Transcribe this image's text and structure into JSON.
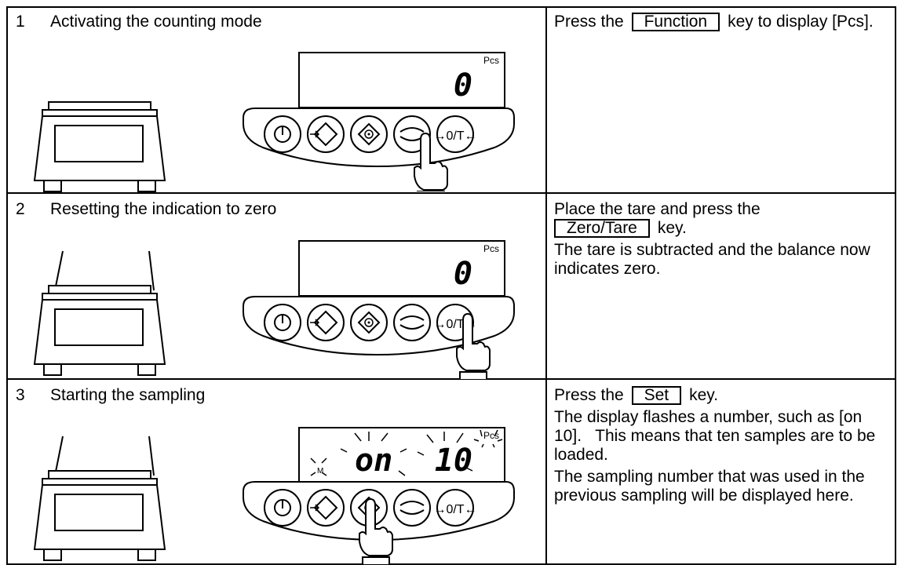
{
  "steps": [
    {
      "number": "1",
      "title": "Activating the counting mode",
      "desc": [
        {
          "before": "Press the",
          "key": "Function",
          "after": "key to display [Pcs]."
        }
      ],
      "display": {
        "digits": "0",
        "unit": "Pcs",
        "flash": false
      },
      "pressed_key": "function"
    },
    {
      "number": "2",
      "title": "Resetting the indication to zero",
      "desc": [
        {
          "before": "Place the tare and press the",
          "key": "Zero/Tare",
          "after": "key."
        },
        {
          "text": "The tare is subtracted and the balance now indicates zero."
        }
      ],
      "display": {
        "digits": "0",
        "unit": "Pcs",
        "flash": false
      },
      "pressed_key": "zero-tare"
    },
    {
      "number": "3",
      "title": "Starting the sampling",
      "desc": [
        {
          "before": "Press the",
          "key": "Set",
          "after": "key."
        },
        {
          "text": "The display flashes a number, such as [on    10].   This means that ten samples are to be loaded."
        },
        {
          "text": "The sampling number that was used in the previous sampling will be displayed here."
        }
      ],
      "display": {
        "left": "on",
        "digits": "10",
        "unit": "Pcs",
        "mode": "M",
        "flash": true
      },
      "pressed_key": "set"
    }
  ],
  "keypad": {
    "zero_tare_label": "→0/T←"
  },
  "icons": [
    "power-icon",
    "enter-icon",
    "set-icon",
    "function-icon",
    "zero-tare-icon",
    "finger-icon",
    "balance-icon"
  ]
}
